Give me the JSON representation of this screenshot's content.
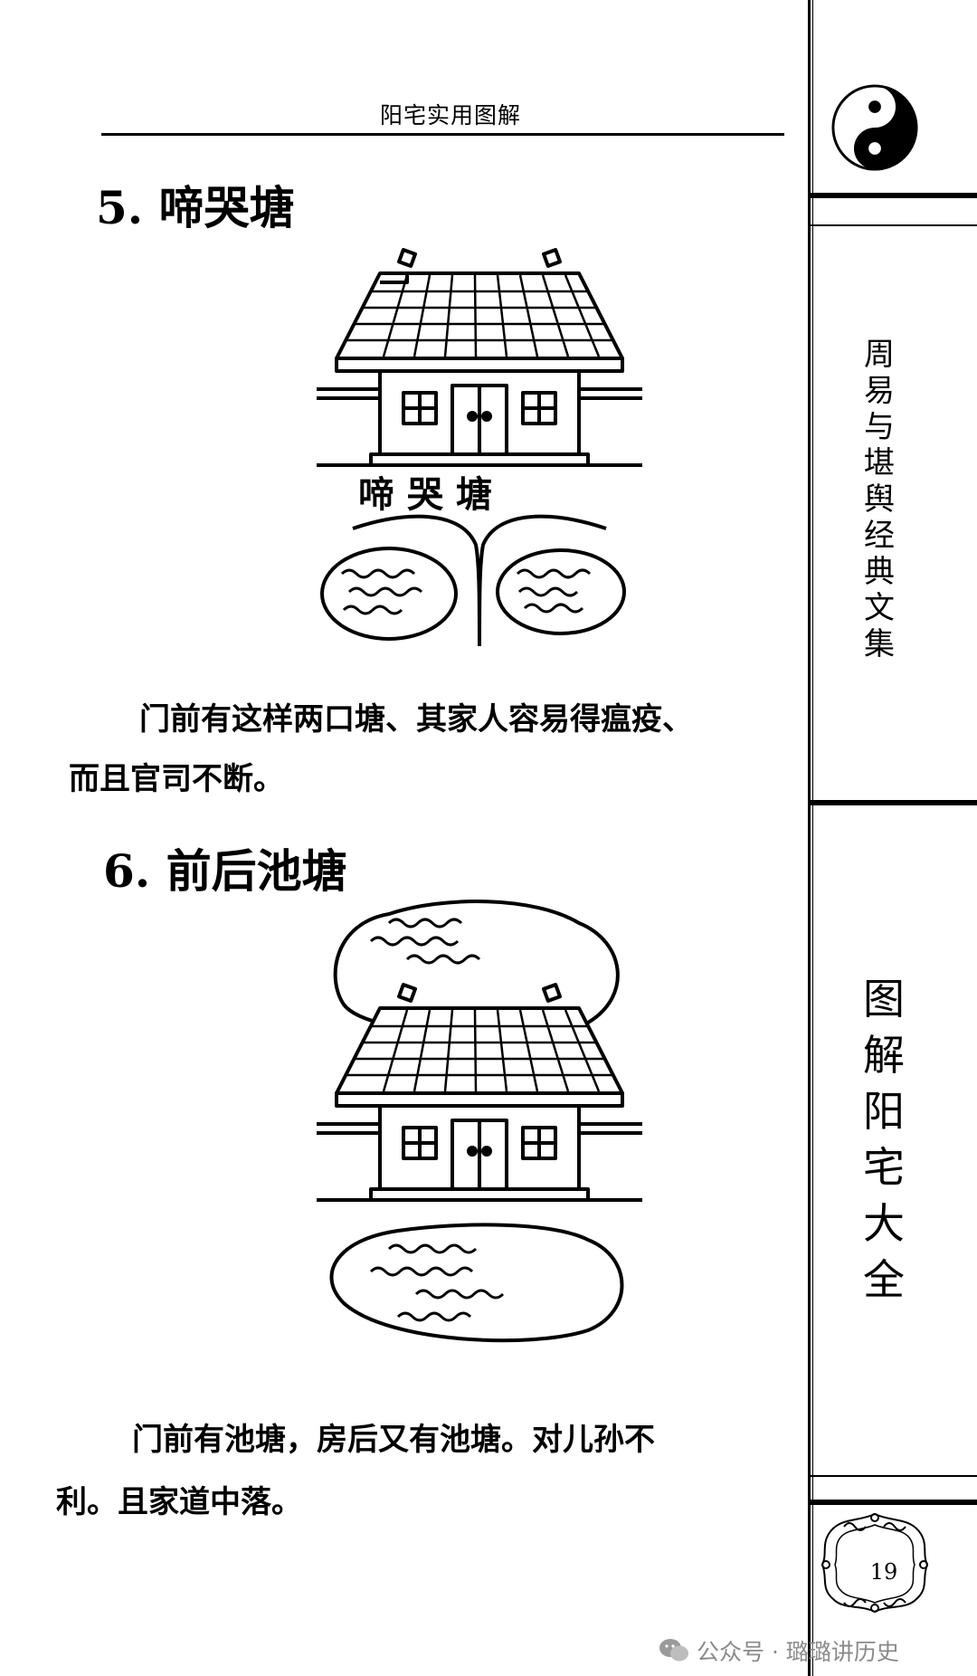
{
  "header": {
    "running_title": "阳宅实用图解"
  },
  "sidebar": {
    "series_title_chars": [
      "周",
      "易",
      "与",
      "堪",
      "舆",
      "经",
      "典",
      "文",
      "集"
    ],
    "book_title_chars": [
      "图",
      "解",
      "阳",
      "宅",
      "大",
      "全"
    ],
    "page_number": "19",
    "emblem_icon": "yin-yang-icon"
  },
  "sections": [
    {
      "heading": "5. 啼哭塘",
      "illustration_label": "啼哭塘",
      "text_line1": "门前有这样两口塘、其家人容易得瘟疫、",
      "text_line2": "而且官司不断。"
    },
    {
      "heading": "6. 前后池塘",
      "text_line1": "门前有池塘，房后又有池塘。对儿孙不",
      "text_line2": "利。且家道中落。"
    }
  ],
  "watermark": {
    "text": "公众号 · 璐璐讲历史",
    "icon": "wechat-icon"
  }
}
